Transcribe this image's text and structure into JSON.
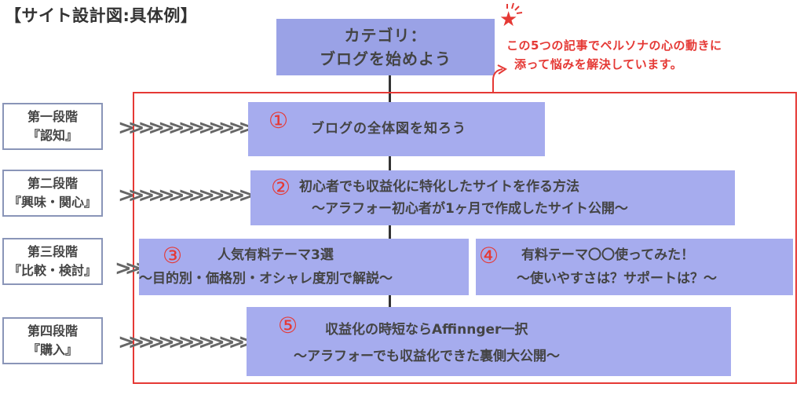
{
  "title": "【サイト設計図:具体例】",
  "category": {
    "line1": "カテゴリ：",
    "line2": "ブログを始めよう"
  },
  "note": {
    "line1": "この5つの記事でペルソナの心の動きに",
    "line2": "添って悩みを解決しています。",
    "star_icon": "★",
    "color": "#e53935"
  },
  "stages": [
    {
      "line1": "第一段階",
      "line2": "『認知』"
    },
    {
      "line1": "第二段階",
      "line2": "『興味・関心』"
    },
    {
      "line1": "第三段階",
      "line2": "『比較・検討』"
    },
    {
      "line1": "第四段階",
      "line2": "『購入』"
    }
  ],
  "articles": [
    {
      "num": "①",
      "line1": "ブログの全体図を知ろう",
      "line2": ""
    },
    {
      "num": "②",
      "line1": "初心者でも収益化に特化したサイトを作る方法",
      "line2": "〜アラフォー初心者が1ヶ月で作成したサイト公開〜"
    },
    {
      "num": "③",
      "line1": "人気有料テーマ3選",
      "line2": "〜目的別・価格別・オシャレ度別で解説〜"
    },
    {
      "num": "④",
      "line1": "有料テーマ〇〇使ってみた！",
      "line2": "〜使いやすさは？サポートは？〜"
    },
    {
      "num": "⑤",
      "line1": "収益化の時短ならAffinnger一択",
      "line2": "〜アラフォーでも収益化できた裏側大公開〜"
    }
  ],
  "arrow_glyphs": {
    "long": ">>>>>>>>>>>>>",
    "short": ">>>"
  },
  "colors": {
    "category_fill": "#9aa2e6",
    "box_fill": "#a6acee",
    "accent_red": "#e53935",
    "stage_border": "#8a95b8"
  }
}
